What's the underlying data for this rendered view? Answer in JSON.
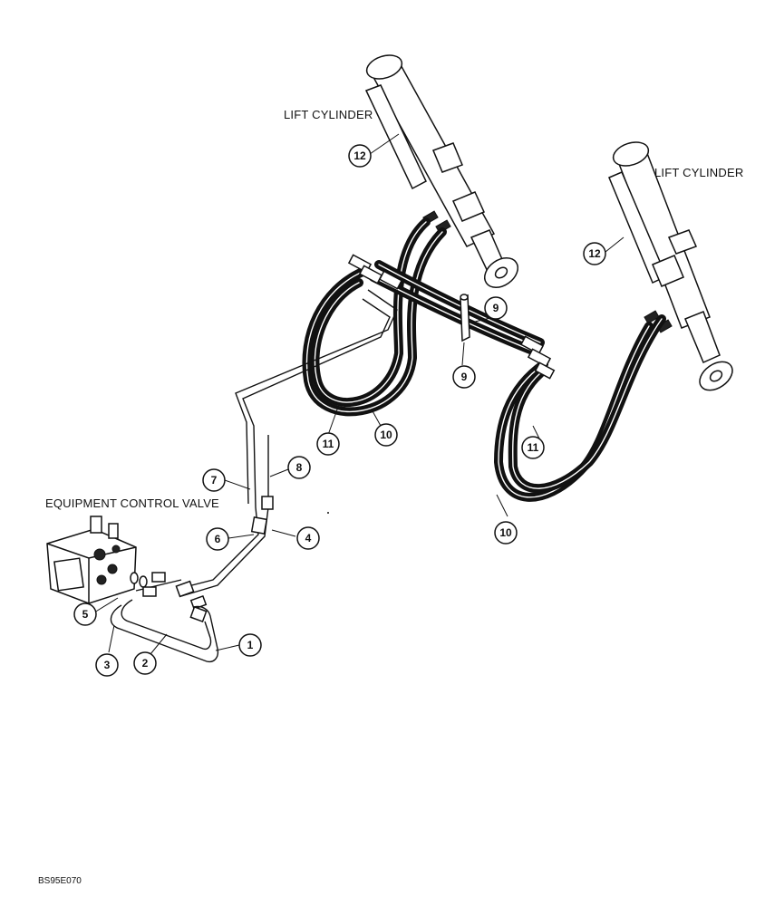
{
  "labels": {
    "lift_cylinder_left": "LIFT CYLINDER",
    "lift_cylinder_right": "LIFT CYLINDER",
    "equipment_control_valve": "EQUIPMENT CONTROL VALVE",
    "figure_code": "BS95E070"
  },
  "callouts": {
    "c1": "1",
    "c2": "2",
    "c3": "3",
    "c4": "4",
    "c5": "5",
    "c6": "6",
    "c7": "7",
    "c8": "8",
    "c9a": "9",
    "c9b": "9",
    "c10a": "10",
    "c10b": "10",
    "c11a": "11",
    "c11b": "11",
    "c12a": "12",
    "c12b": "12"
  }
}
